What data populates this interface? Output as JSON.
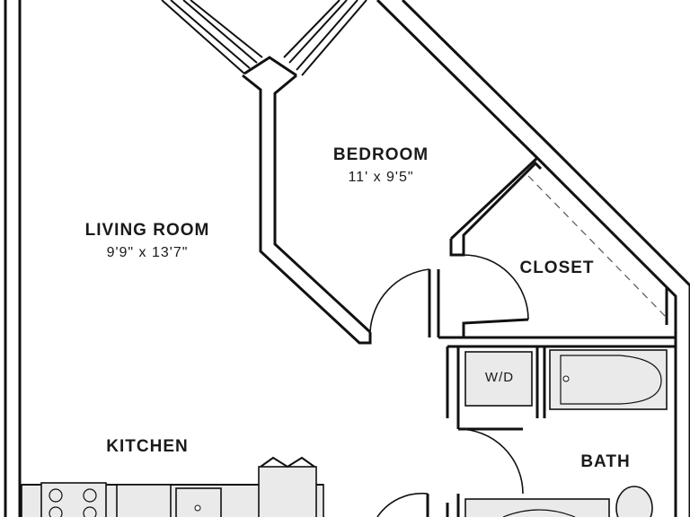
{
  "floorplan": {
    "rooms": [
      {
        "id": "living-room",
        "name": "LIVING ROOM",
        "dimensions": "9'9\" x 13'7\""
      },
      {
        "id": "bedroom",
        "name": "BEDROOM",
        "dimensions": "11' x 9'5\""
      },
      {
        "id": "closet",
        "name": "CLOSET",
        "dimensions": ""
      },
      {
        "id": "kitchen",
        "name": "KITCHEN",
        "dimensions": ""
      },
      {
        "id": "bath",
        "name": "BATH",
        "dimensions": ""
      }
    ],
    "fixtures": {
      "washer_dryer": "W/D"
    }
  }
}
